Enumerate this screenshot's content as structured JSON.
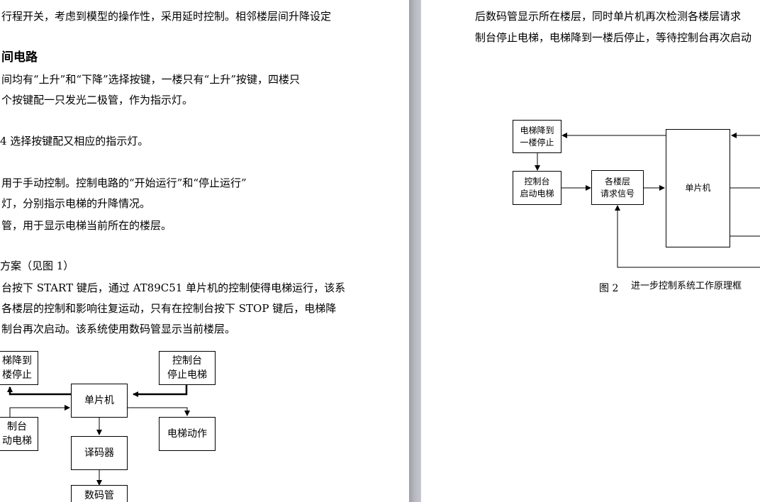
{
  "left_page": {
    "lines": [
      "行程开关，考虑到模型的操作性，采用延时控制。相邻楼层间升降设定",
      "间电路",
      "间均有“上升”和“下降”选择按键，一楼只有“上升”按键，四楼只",
      "个按键配一只发光二极管，作为指示灯。",
      "4 选择按键配又相应的指示灯。",
      "用于手动控制。控制电路的“开始运行”和“停止运行”",
      "灯，分别指示电梯的升降情况。",
      "管，用于显示电梯当前所在的楼层。",
      "方案（见图 1）",
      "台按下 START 键后，通过 AT89C51 单片机的控制使得电梯运行，该系",
      "各楼层的控制和影响往复运动，只有在控制台按下 STOP 键后，电梯降",
      "制台再次启动。该系统使用数码管显示当前楼层。"
    ],
    "diagram": {
      "elevator_down": "梯降到\n楼停止",
      "control_stop": "控制台\n停止电梯",
      "mcu": "单片机",
      "control_start": "制台\n动电梯",
      "elevator_action": "电梯动作",
      "decoder": "译码器",
      "display": "数码管"
    }
  },
  "right_page": {
    "lines": [
      "后数码管显示所在楼层，同时单片机再次检测各楼层请求",
      "制台停止电梯，电梯降到一楼后停止，等待控制台再次启动"
    ],
    "diagram": {
      "elevator_down": "电梯降到\n一楼停止",
      "control_start": "控制台\n启动电梯",
      "floor_request": "各楼层\n请求信号",
      "mcu": "单片机"
    },
    "caption_num": "图 2",
    "caption_text": "进一步控制系统工作原理框"
  }
}
